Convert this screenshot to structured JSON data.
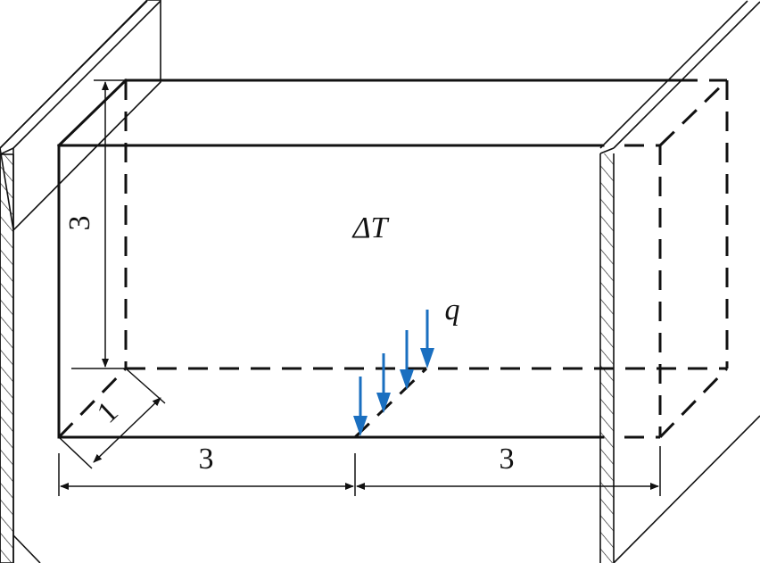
{
  "labels": {
    "delta_t": "ΔT",
    "load": "q",
    "height": "3",
    "depth": "1",
    "left_span": "3",
    "right_span": "3"
  },
  "colors": {
    "line": "#111111",
    "load_arrow": "#1a6fc0",
    "wall_fill": "#ffffff"
  }
}
